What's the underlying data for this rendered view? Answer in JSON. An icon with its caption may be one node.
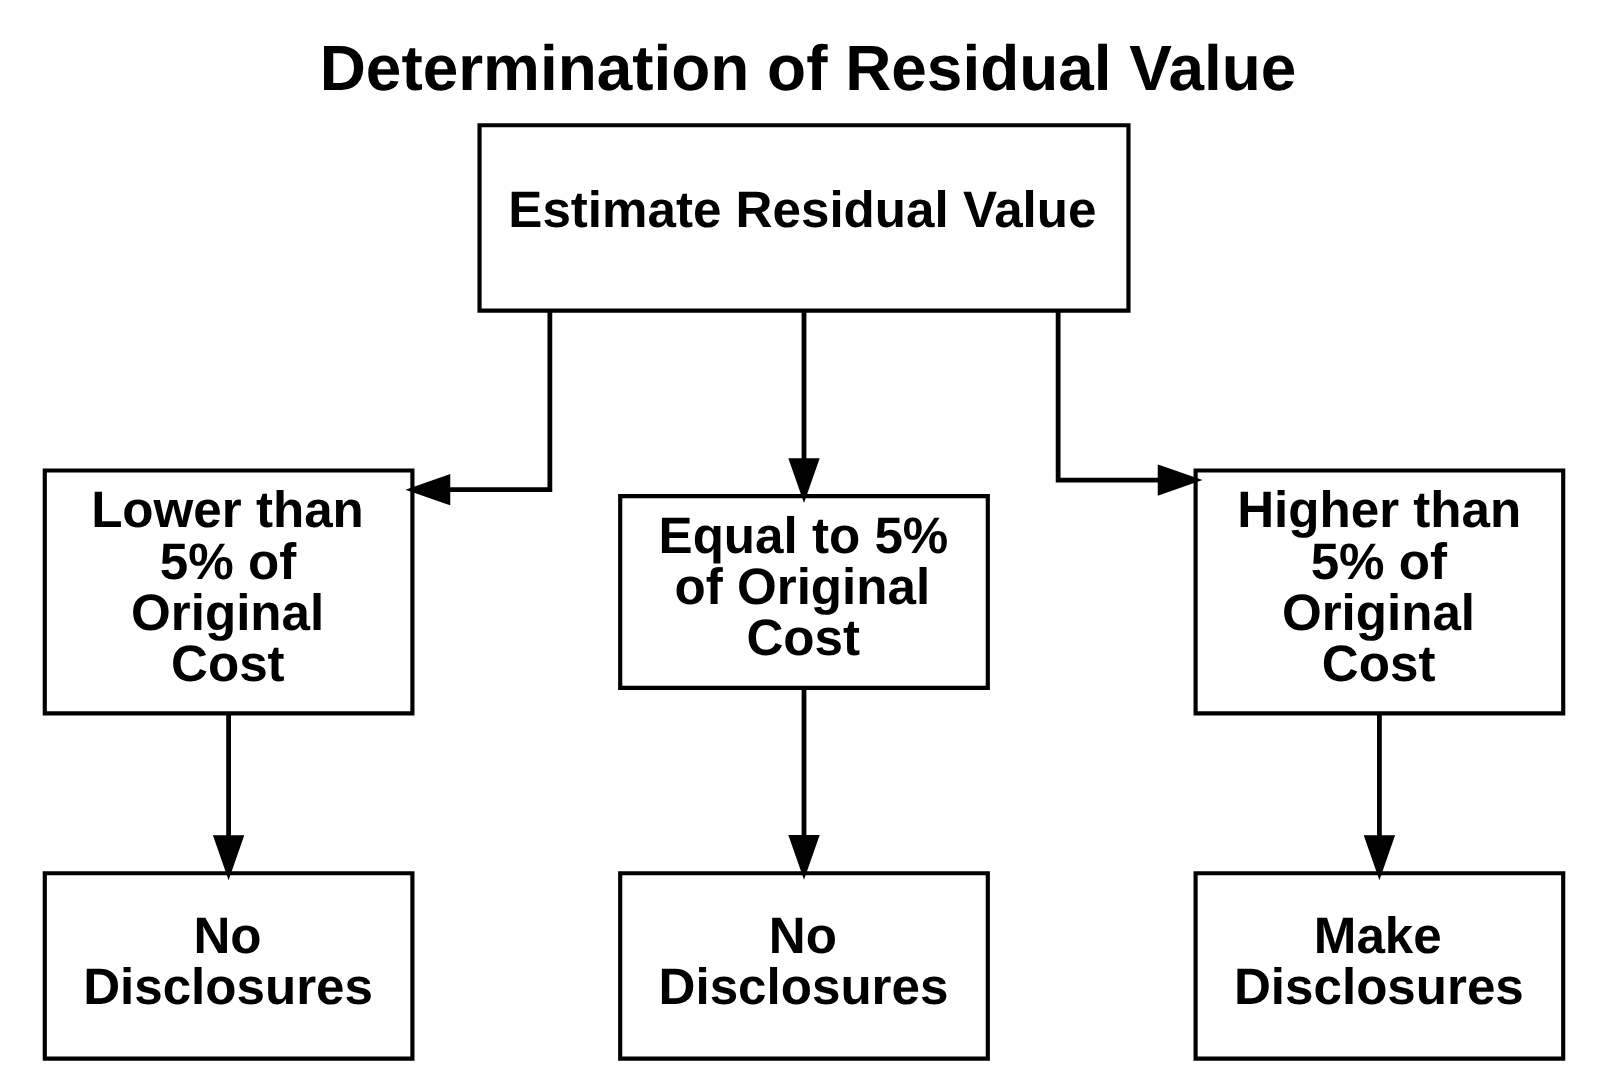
{
  "diagram": {
    "title": "Determination of Residual Value",
    "nodes": [
      {
        "text": [
          "Estimate Residual Value"
        ]
      },
      {
        "text": [
          "Lower than 5% of Original Cost"
        ]
      },
      {
        "text": [
          "Equal to 5% of Original Cost"
        ]
      },
      {
        "text": [
          "Higher than 5% of Original Cost"
        ]
      },
      {
        "text": [
          "No Disclosures"
        ]
      },
      {
        "text": [
          "No Disclosures"
        ]
      },
      {
        "text": [
          "Make Disclosures"
        ]
      }
    ],
    "edges": [
      {
        "from": 0,
        "to": 1,
        "arrow": "to"
      },
      {
        "from": 0,
        "to": 2,
        "arrow": "to"
      },
      {
        "from": 0,
        "to": 3,
        "arrow": "to"
      },
      {
        "from": 1,
        "to": 4,
        "arrow": "to"
      },
      {
        "from": 2,
        "to": 5,
        "arrow": "to"
      },
      {
        "from": 3,
        "to": 6,
        "arrow": "to"
      }
    ]
  }
}
